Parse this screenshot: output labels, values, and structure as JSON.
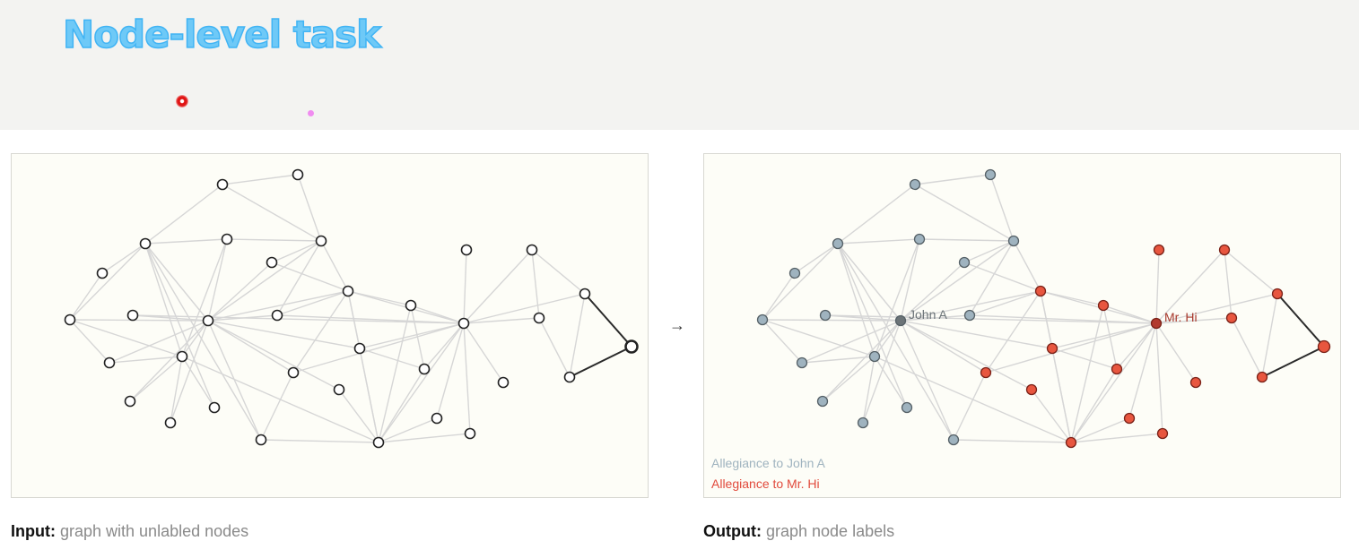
{
  "title": "Node-level task",
  "arrow": "→",
  "input_caption": {
    "label": "Input:",
    "text": "graph with unlabled nodes"
  },
  "output_caption": {
    "label": "Output:",
    "text": "graph node labels"
  },
  "legend": {
    "john": "Allegiance to John A",
    "mrhi": "Allegiance to Mr. Hi"
  },
  "node_labels": {
    "john": "John A",
    "mrhi": "Mr. Hi"
  },
  "colors": {
    "title": "#6ec9f7",
    "john": "#9fb3bf",
    "john_leader": "#6c7478",
    "mrhi": "#e8563f",
    "mrhi_leader": "#b23a2e",
    "edge": "#d6d6d6",
    "panel_bg": "#fdfdf7"
  }
}
